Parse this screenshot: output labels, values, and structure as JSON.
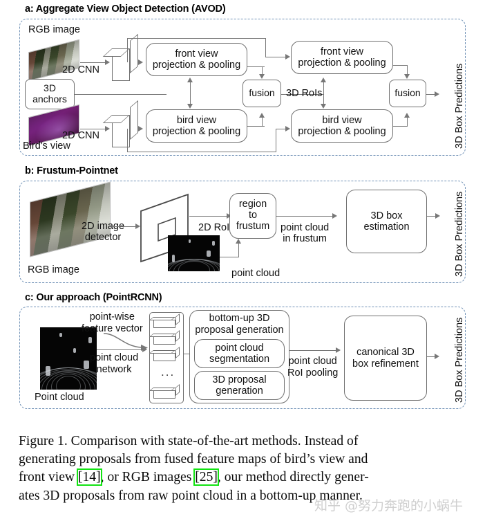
{
  "figure": {
    "panels": [
      {
        "id": "a",
        "title": "a: Aggregate View Object Detection (AVOD)",
        "output_label": "3D Box Predictions",
        "image_labels": {
          "rgb": "RGB image",
          "bev": "Bird's view"
        },
        "edge_labels": {
          "cnn_top": "2D CNN",
          "cnn_bottom": "2D CNN",
          "rois": "3D RoIs"
        },
        "boxes": [
          {
            "id": "anchors",
            "label": "3D\nanchors"
          },
          {
            "id": "front1",
            "label": "front view\nprojection & pooling"
          },
          {
            "id": "bird1",
            "label": "bird view\nprojection & pooling"
          },
          {
            "id": "fusion1",
            "label": "fusion"
          },
          {
            "id": "front2",
            "label": "front view\nprojection & pooling"
          },
          {
            "id": "bird2",
            "label": "bird view\nprojection & pooling"
          },
          {
            "id": "fusion2",
            "label": "fusion"
          }
        ]
      },
      {
        "id": "b",
        "title": "b: Frustum-Pointnet",
        "output_label": "3D Box Predictions",
        "image_labels": {
          "rgb": "RGB image",
          "pc": "point cloud"
        },
        "edge_labels": {
          "detector": "2D image\ndetector",
          "rois": "2D RoIs",
          "frustum_pc": "point cloud\nin frustum"
        },
        "boxes": [
          {
            "id": "region-to-frustum",
            "label": "region\nto\nfrustum"
          },
          {
            "id": "box-estimation",
            "label": "3D box\nestimation"
          }
        ]
      },
      {
        "id": "c",
        "title": "c: Our approach (PointRCNN)",
        "output_label": "3D Box Predictions",
        "image_labels": {
          "pc": "Point cloud"
        },
        "edge_labels": {
          "featvec": "point-wise\nfeature vector",
          "network": "point cloud\nnetwork",
          "roipool": "point cloud\nRoI pooling",
          "ellipsis": "..."
        },
        "boxes": [
          {
            "id": "proposal-gen",
            "label": "bottom-up 3D\nproposal generation"
          },
          {
            "id": "pc-seg",
            "label": "point cloud\nsegmentation"
          },
          {
            "id": "3d-proposal-gen",
            "label": "3D proposal\ngeneration"
          },
          {
            "id": "refinement",
            "label": "canonical 3D\nbox refinement"
          }
        ]
      }
    ]
  },
  "caption": {
    "line1": "Figure 1. Comparison with state-of-the-art methods.  Instead of",
    "line2": "generating proposals from fused feature maps of bird’s view and",
    "line3_a": "front view ",
    "line3_cite1": "[14]",
    "line3_b": ", or RGB images ",
    "line3_cite2": "[25]",
    "line3_c": ", our method directly gener-",
    "line4": "ates 3D proposals from raw point cloud in a bottom-up manner."
  },
  "watermark": {
    "text": "知乎 @努力奔跑的小蜗牛"
  },
  "colors": {
    "panel_border": "#6d8fb5",
    "box_border": "#6f6f6f",
    "connector": "#777777",
    "citation_highlight": "#12e312",
    "bev_image": "#5c1d5f"
  }
}
